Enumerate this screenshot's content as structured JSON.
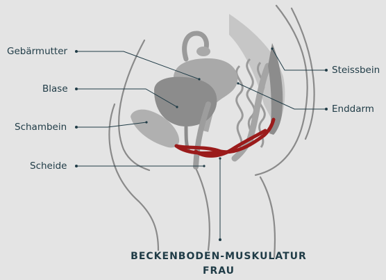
{
  "labels": {
    "gebaermutter": "Gebärmutter",
    "blase": "Blase",
    "schambein": "Schambein",
    "scheide": "Scheide",
    "steissbein": "Steissbein",
    "enddarm": "Enddarm"
  },
  "title": {
    "line1": "BECKENBODEN-MUSKULATUR",
    "line2": "FRAU"
  },
  "colors": {
    "background": "#e4e4e4",
    "outline": "#8a8a8a",
    "organ": "#a9a9a9",
    "organ_dark": "#8c8c8c",
    "muscle": "#9b1b1b",
    "leader": "#1f3b46"
  }
}
